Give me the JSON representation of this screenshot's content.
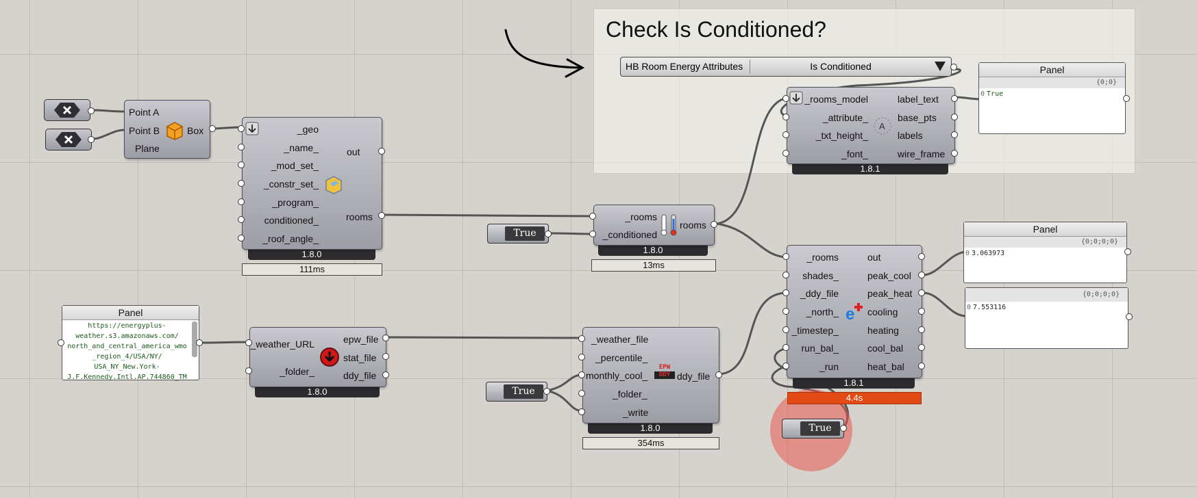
{
  "group": {
    "title": "Check Is Conditioned?"
  },
  "dropdown": {
    "label": "HB Room Energy Attributes",
    "selected": "Is Conditioned"
  },
  "box_component": {
    "inputs": [
      "Point A",
      "Point B",
      "Plane"
    ],
    "output": "Box"
  },
  "room_component": {
    "inputs": [
      "_geo",
      "_name_",
      "_mod_set_",
      "_constr_set_",
      "_program_",
      "conditioned_",
      "_roof_angle_"
    ],
    "output": "out",
    "output2": "rooms",
    "version": "1.8.0",
    "time": "111ms"
  },
  "conditioned_component": {
    "inputs": [
      "_rooms",
      "_conditioned"
    ],
    "output": "rooms",
    "version": "1.8.0",
    "time": "13ms"
  },
  "label_component": {
    "inputs": [
      "_rooms_model",
      "_attribute_",
      "_txt_height_",
      "_font_"
    ],
    "outputs": [
      "label_text",
      "base_pts",
      "labels",
      "wire_frame"
    ],
    "version": "1.8.1"
  },
  "weather_component": {
    "inputs": [
      "_weather_URL",
      "_folder_"
    ],
    "outputs": [
      "epw_file",
      "stat_file",
      "ddy_file"
    ],
    "version": "1.8.0"
  },
  "ddy_component": {
    "inputs": [
      "_weather_file",
      "_percentile_",
      "monthly_cool_",
      "_folder_",
      "_write"
    ],
    "output": "ddy_file",
    "version": "1.8.0",
    "time": "354ms",
    "icon_top": "EPW",
    "icon_bottom": "DDY"
  },
  "loads_component": {
    "inputs": [
      "_rooms",
      "shades_",
      "_ddy_file",
      "_north_",
      "_timestep_",
      "run_bal_",
      "_run"
    ],
    "outputs": [
      "out",
      "peak_cool",
      "peak_heat",
      "cooling",
      "heating",
      "cool_bal",
      "heat_bal"
    ],
    "version": "1.8.1",
    "time": "4.4s"
  },
  "toggles": {
    "conditioned": "True",
    "monthly": "True",
    "run": "True"
  },
  "panels": {
    "label": {
      "title": "Panel",
      "path": "{0;0}",
      "index": "0",
      "value": "True"
    },
    "peak_cool": {
      "title": "Panel",
      "path": "{0;0;0;0}",
      "index": "0",
      "value": "3.063973"
    },
    "peak_heat": {
      "path": "{0;0;0;0}",
      "index": "0",
      "value": "7.553116"
    },
    "url": {
      "title": "Panel",
      "lines": [
        "https://energyplus-",
        "weather.s3.amazonaws.com/",
        "north_and_central_america_wmo",
        "_region_4/USA/NY/",
        "USA_NY_New.York-",
        "J.F.Kennedy.Intl.AP.744860_TM"
      ]
    }
  },
  "colors": {
    "canvas": "#d6d3ce",
    "timer_hot": "#e24b14",
    "ring": "#eb5a50"
  }
}
